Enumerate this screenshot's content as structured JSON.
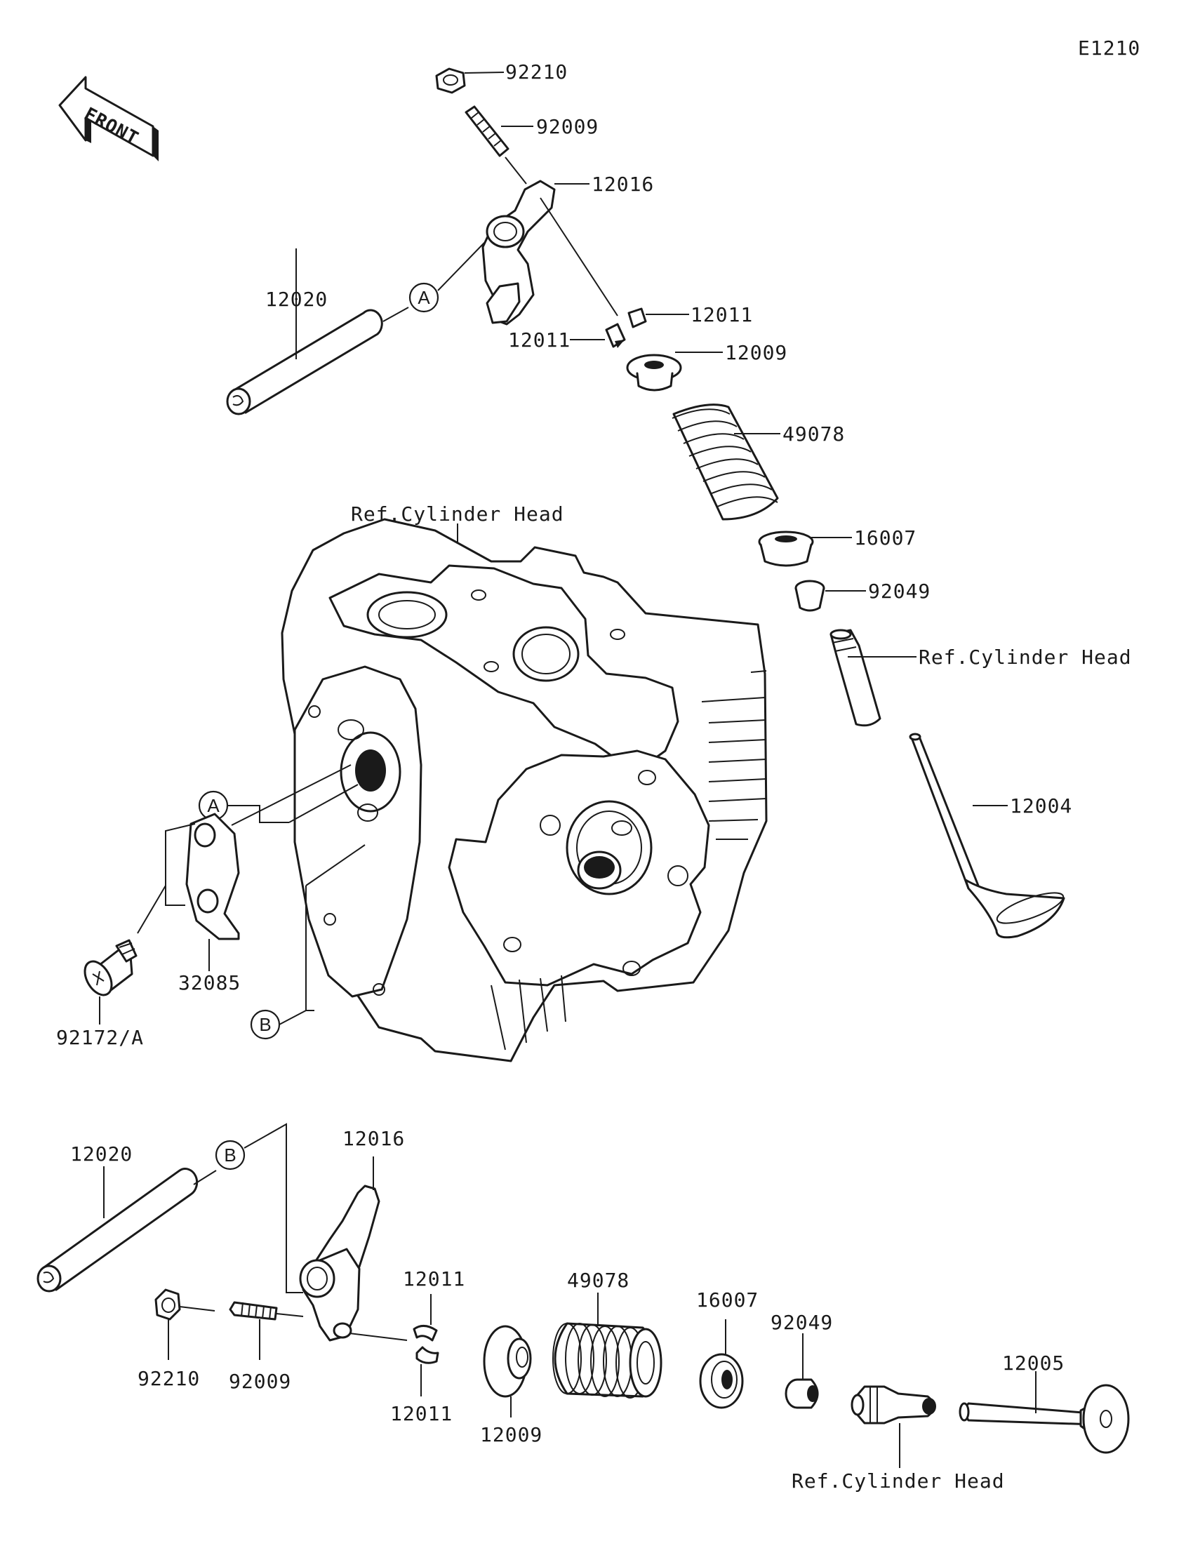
{
  "diagram_code": "E1210",
  "front_label": "FRONT",
  "ref_markers": {
    "a": "A",
    "b": "B"
  },
  "callouts": {
    "top_nut": "92210",
    "top_adjust_screw": "92009",
    "top_rocker_arm": "12016",
    "top_rocker_shaft": "12020",
    "top_cotter_right": "12011",
    "top_cotter_left": "12011",
    "top_retainer": "12009",
    "top_spring": "49078",
    "ref_head_main": "Ref.Cylinder Head",
    "top_spring_seat": "16007",
    "top_stem_seal": "92049",
    "ref_head_guide_top": "Ref.Cylinder Head",
    "intake_valve": "12004",
    "plate": "32085",
    "screw": "92172/A",
    "bot_rocker_shaft": "12020",
    "bot_rocker_arm": "12016",
    "bot_cotter_top": "12011",
    "bot_cotter_bottom": "12011",
    "bot_spring": "49078",
    "bot_spring_seat": "16007",
    "bot_stem_seal": "92049",
    "exhaust_valve": "12005",
    "bot_nut": "92210",
    "bot_adjust_screw": "92009",
    "bot_retainer": "12009",
    "ref_head_guide_bottom": "Ref.Cylinder Head"
  }
}
